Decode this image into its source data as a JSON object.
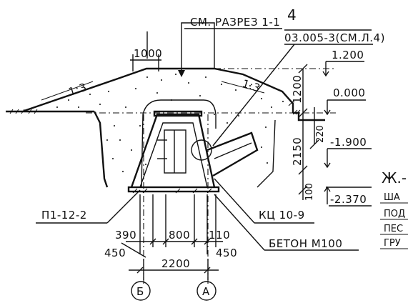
{
  "drawing": {
    "section_ref": "СМ. РАЗРЕЗ 1-1",
    "callout_number": "4",
    "callout_ref": "03.005-3(СМ.Л.4)",
    "slope_left": "1:3",
    "slope_right": "1:3",
    "dim_top": "1000",
    "elev_top": "1.200",
    "elev_zero": "0.000",
    "elev_mid": "-1.900",
    "elev_bottom": "-2.370",
    "vert_1200": "1200",
    "vert_2150": "2150",
    "vert_220": "220",
    "vert_100": "100",
    "part_left": "П1-12-2",
    "part_right": "КЦ 10-9",
    "concrete": "БЕТОН М100",
    "dim_390": "390",
    "dim_800": "800",
    "dim_110": "110",
    "dim_450_left": "450",
    "dim_450_right": "450",
    "dim_2200": "2200",
    "axis_b": "Б",
    "axis_a": "А",
    "legend_lines": [
      "Ж.-Б",
      "ША",
      "ПОД",
      "ПЕС",
      "ГРУ"
    ]
  }
}
